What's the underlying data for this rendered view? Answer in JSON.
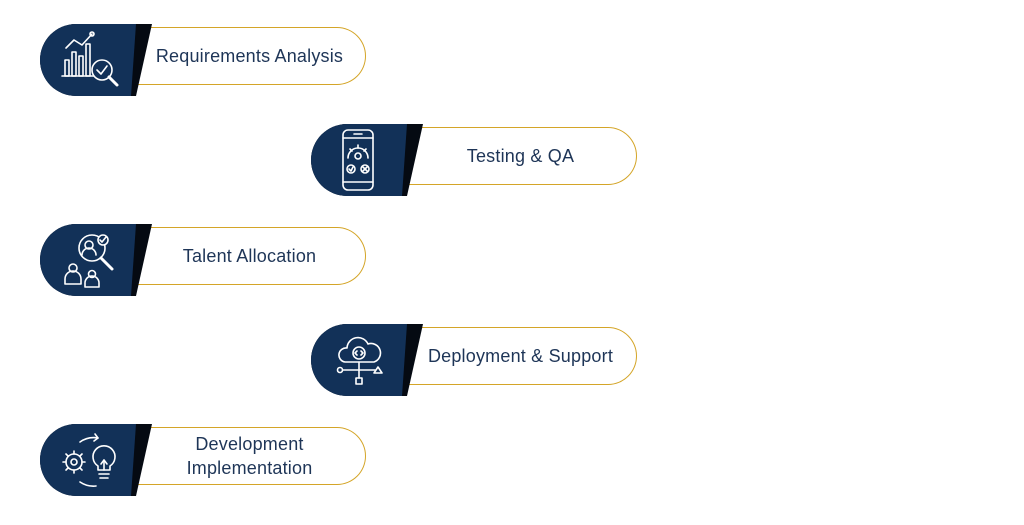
{
  "colors": {
    "badge_fill": "#123158",
    "badge_shadow": "#050a12",
    "pill_border": "#d4a528",
    "label_text": "#1e3557"
  },
  "steps": [
    {
      "label": "Requirements Analysis",
      "icon": "analytics-magnifier-icon"
    },
    {
      "label": "Testing & QA",
      "icon": "mobile-testing-icon"
    },
    {
      "label": "Talent Allocation",
      "icon": "talent-search-icon"
    },
    {
      "label": "Deployment & Support",
      "icon": "cloud-deployment-icon"
    },
    {
      "label": "Development Implementation",
      "icon": "gear-lightbulb-icon"
    }
  ]
}
